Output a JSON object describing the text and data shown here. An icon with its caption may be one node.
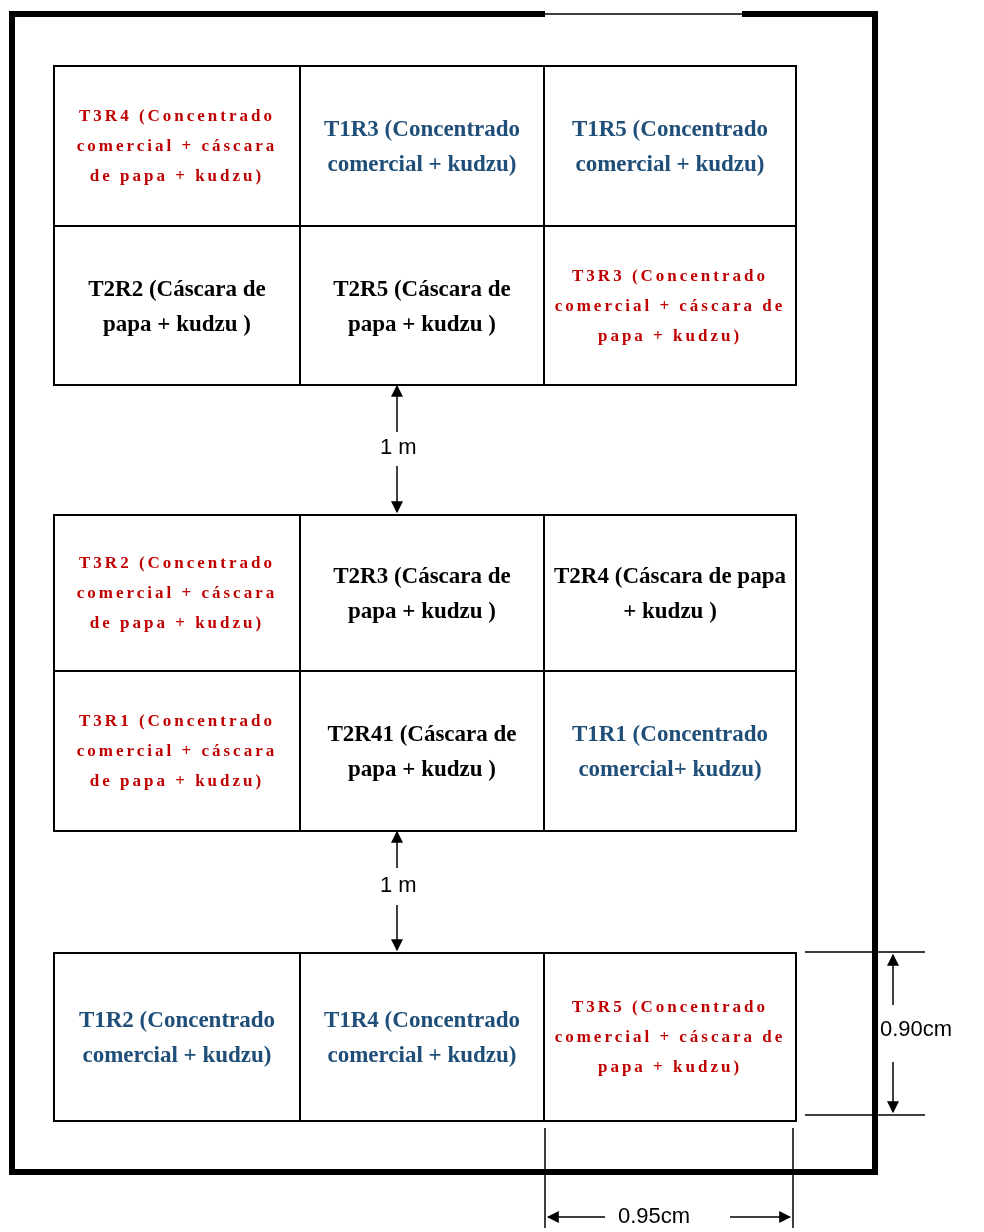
{
  "diagram": {
    "nodes": [
      {
        "text": [
          "T3R4 (Concentrado comercial + cáscara de papa + kudzu)"
        ]
      },
      {
        "text": [
          "T1R3 (Concentrado comercial + kudzu)"
        ]
      },
      {
        "text": [
          "T1R5 (Concentrado comercial + kudzu)"
        ]
      },
      {
        "text": [
          "T2R2 (Cáscara de papa + kudzu )"
        ]
      },
      {
        "text": [
          "T2R5 (Cáscara de papa + kudzu )"
        ]
      },
      {
        "text": [
          "T3R3 (Concentrado comercial + cáscara de papa + kudzu)"
        ]
      },
      {
        "text": [
          "T3R2 (Concentrado comercial + cáscara de papa + kudzu)"
        ]
      },
      {
        "text": [
          "T2R3 (Cáscara de papa + kudzu )"
        ]
      },
      {
        "text": [
          "T2R4 (Cáscara de papa + kudzu )"
        ]
      },
      {
        "text": [
          "T3R1 (Concentrado comercial + cáscara de papa + kudzu)"
        ]
      },
      {
        "text": [
          "T2R41 (Cáscara de papa + kudzu )"
        ]
      },
      {
        "text": [
          "T1R1 (Concentrado comercial+ kudzu)"
        ]
      },
      {
        "text": [
          "T1R2 (Concentrado comercial + kudzu)"
        ]
      },
      {
        "text": [
          "T1R4 (Concentrado comercial + kudzu)"
        ]
      },
      {
        "text": [
          "T3R5 (Concentrado comercial + cáscara de papa + kudzu)"
        ]
      }
    ],
    "labels": [
      "1 m",
      "1 m",
      "0.90cm",
      "0.95cm"
    ]
  }
}
